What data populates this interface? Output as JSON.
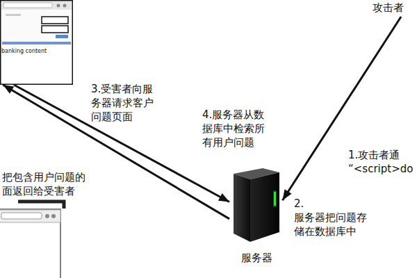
{
  "diagram": {
    "nodes": [
      {
        "text": [
          "banking content"
        ]
      },
      {
        "text": [
          "攻击者"
        ]
      },
      {
        "text": [
          "服务器"
        ]
      }
    ],
    "edges": [
      {
        "from": 0,
        "to": 2,
        "arrow": "to",
        "label": "3.受害者向服 务器请求客户 问题页面"
      },
      {
        "from": 2,
        "to": 0,
        "arrow": "to",
        "label": "把包含用户问题的 面返回给受害者"
      },
      {
        "from": 1,
        "to": 2,
        "arrow": "to",
        "label": "1.攻击者通 “<script>do"
      }
    ],
    "labels": [
      "4.服务器从数 据库中检索所 有用户问题",
      "2.服务器把问题存 储在数据库中"
    ]
  }
}
